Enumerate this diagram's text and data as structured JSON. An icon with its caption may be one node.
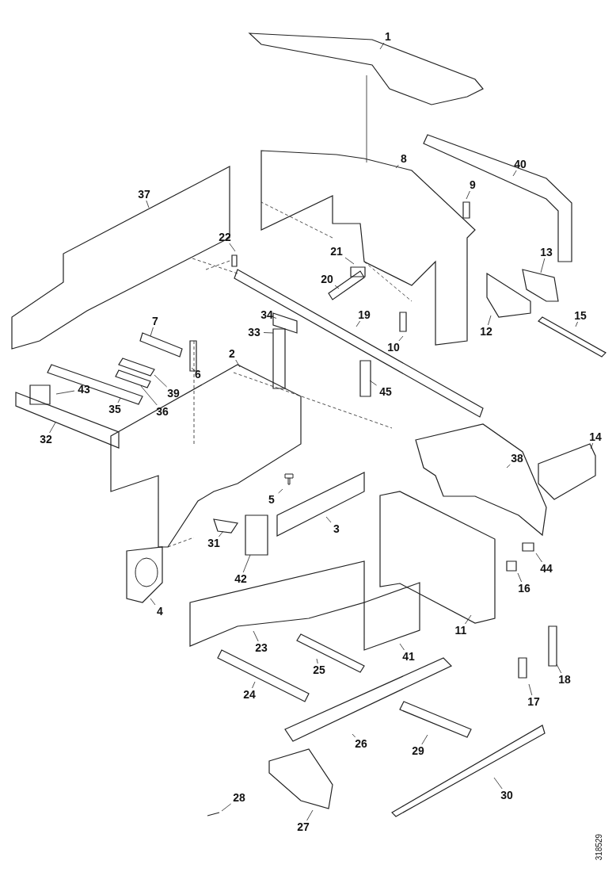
{
  "diagram": {
    "nodes": [
      {
        "text": [
          "1"
        ]
      },
      {
        "text": [
          "8"
        ]
      },
      {
        "text": [
          "9"
        ]
      },
      {
        "text": [
          "40"
        ]
      },
      {
        "text": [
          "37"
        ]
      },
      {
        "text": [
          "22"
        ]
      },
      {
        "text": [
          "21"
        ]
      },
      {
        "text": [
          "20"
        ]
      },
      {
        "text": [
          "13"
        ]
      },
      {
        "text": [
          "12"
        ]
      },
      {
        "text": [
          "15"
        ]
      },
      {
        "text": [
          "19"
        ]
      },
      {
        "text": [
          "10"
        ]
      },
      {
        "text": [
          "34"
        ]
      },
      {
        "text": [
          "33"
        ]
      },
      {
        "text": [
          "7"
        ]
      },
      {
        "text": [
          "6"
        ]
      },
      {
        "text": [
          "2"
        ]
      },
      {
        "text": [
          "39"
        ]
      },
      {
        "text": [
          "36"
        ]
      },
      {
        "text": [
          "35"
        ]
      },
      {
        "text": [
          "43"
        ]
      },
      {
        "text": [
          "32"
        ]
      },
      {
        "text": [
          "45"
        ]
      },
      {
        "text": [
          "38"
        ]
      },
      {
        "text": [
          "14"
        ]
      },
      {
        "text": [
          "5"
        ]
      },
      {
        "text": [
          "31"
        ]
      },
      {
        "text": [
          "3"
        ]
      },
      {
        "text": [
          "42"
        ]
      },
      {
        "text": [
          "4"
        ]
      },
      {
        "text": [
          "44"
        ]
      },
      {
        "text": [
          "16"
        ]
      },
      {
        "text": [
          "11"
        ]
      },
      {
        "text": [
          "23"
        ]
      },
      {
        "text": [
          "41"
        ]
      },
      {
        "text": [
          "25"
        ]
      },
      {
        "text": [
          "24"
        ]
      },
      {
        "text": [
          "18"
        ]
      },
      {
        "text": [
          "17"
        ]
      },
      {
        "text": [
          "26"
        ]
      },
      {
        "text": [
          "29"
        ]
      },
      {
        "text": [
          "30"
        ]
      },
      {
        "text": [
          "28"
        ]
      },
      {
        "text": [
          "27"
        ]
      }
    ],
    "edges": [
      {
        "from": 0,
        "to": null,
        "arrow": "none"
      },
      {
        "from": 1,
        "to": null,
        "arrow": "none"
      },
      {
        "from": 2,
        "to": null,
        "arrow": "none"
      },
      {
        "from": 3,
        "to": null,
        "arrow": "none"
      },
      {
        "from": 4,
        "to": null,
        "arrow": "none"
      },
      {
        "from": 5,
        "to": null,
        "arrow": "none"
      },
      {
        "from": 6,
        "to": null,
        "arrow": "none"
      },
      {
        "from": 7,
        "to": null,
        "arrow": "none"
      },
      {
        "from": 8,
        "to": null,
        "arrow": "none"
      },
      {
        "from": 9,
        "to": null,
        "arrow": "none"
      },
      {
        "from": 10,
        "to": null,
        "arrow": "none"
      },
      {
        "from": 11,
        "to": null,
        "arrow": "none"
      },
      {
        "from": 12,
        "to": null,
        "arrow": "none"
      },
      {
        "from": 13,
        "to": null,
        "arrow": "none"
      },
      {
        "from": 14,
        "to": null,
        "arrow": "none"
      },
      {
        "from": 15,
        "to": null,
        "arrow": "none"
      },
      {
        "from": 16,
        "to": null,
        "arrow": "none"
      },
      {
        "from": 17,
        "to": null,
        "arrow": "none"
      },
      {
        "from": 18,
        "to": null,
        "arrow": "none"
      },
      {
        "from": 19,
        "to": null,
        "arrow": "none"
      },
      {
        "from": 20,
        "to": null,
        "arrow": "none"
      },
      {
        "from": 21,
        "to": null,
        "arrow": "none"
      },
      {
        "from": 22,
        "to": null,
        "arrow": "none"
      },
      {
        "from": 23,
        "to": null,
        "arrow": "none"
      },
      {
        "from": 24,
        "to": null,
        "arrow": "none"
      },
      {
        "from": 25,
        "to": null,
        "arrow": "none"
      },
      {
        "from": 26,
        "to": null,
        "arrow": "none"
      },
      {
        "from": 27,
        "to": null,
        "arrow": "none"
      },
      {
        "from": 28,
        "to": null,
        "arrow": "none"
      },
      {
        "from": 29,
        "to": null,
        "arrow": "none"
      },
      {
        "from": 30,
        "to": null,
        "arrow": "none"
      },
      {
        "from": 31,
        "to": null,
        "arrow": "none"
      },
      {
        "from": 32,
        "to": null,
        "arrow": "none"
      },
      {
        "from": 33,
        "to": null,
        "arrow": "none"
      },
      {
        "from": 34,
        "to": null,
        "arrow": "none"
      },
      {
        "from": 35,
        "to": null,
        "arrow": "none"
      },
      {
        "from": 36,
        "to": null,
        "arrow": "none"
      },
      {
        "from": 37,
        "to": null,
        "arrow": "none"
      },
      {
        "from": 38,
        "to": null,
        "arrow": "none"
      },
      {
        "from": 39,
        "to": null,
        "arrow": "none"
      },
      {
        "from": 40,
        "to": null,
        "arrow": "none"
      },
      {
        "from": 41,
        "to": null,
        "arrow": "none"
      },
      {
        "from": 42,
        "to": null,
        "arrow": "none"
      },
      {
        "from": 43,
        "to": null,
        "arrow": "none"
      },
      {
        "from": 44,
        "to": null,
        "arrow": "none"
      }
    ],
    "labels": [
      "318529"
    ]
  }
}
